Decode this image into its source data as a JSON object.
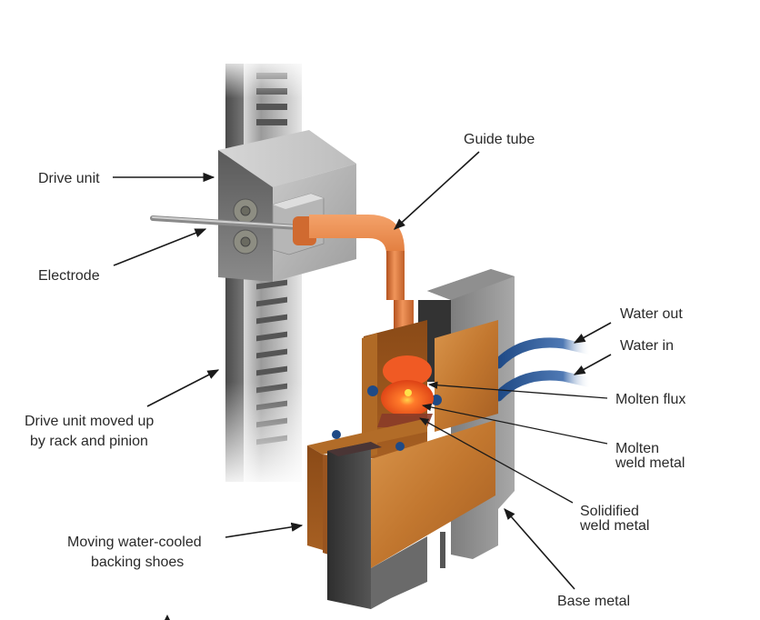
{
  "diagram": {
    "title": "Electroslag welding process",
    "labels": {
      "drive_unit": "Drive unit",
      "electrode": "Electrode",
      "guide_tube": "Guide tube",
      "rack_line1": "Drive unit moved up",
      "rack_line2": "by rack and pinion",
      "shoes_line1": "Moving water-cooled",
      "shoes_line2": "backing shoes",
      "water_out": "Water out",
      "water_in": "Water in",
      "molten_flux": "Molten flux",
      "molten_weld_line1": "Molten",
      "molten_weld_line2": "weld metal",
      "solidified_line1": "Solidified",
      "solidified_line2": "weld metal",
      "base_metal": "Base metal"
    },
    "colors": {
      "copper": "#c77a2e",
      "copper_dark": "#8a4a17",
      "guide_tube": "#e0874a",
      "steel_dark": "#3d3d3d",
      "steel_light": "#b8b8b8",
      "molten": "#f04a1a",
      "hot_spot": "#ffe14a",
      "water_hose": "#2f5a94"
    }
  }
}
